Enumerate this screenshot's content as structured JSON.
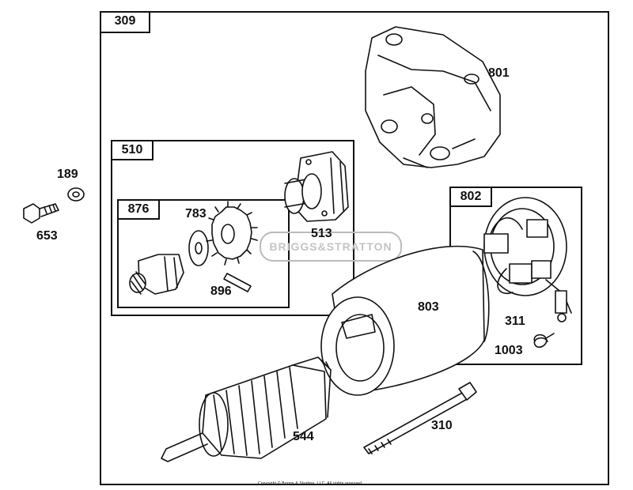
{
  "diagram": {
    "assembly_number": "309",
    "kits": {
      "drive_kit": "510",
      "pinion_kit": "876",
      "end_cap_kit": "802"
    },
    "parts": {
      "p189": "189",
      "p653": "653",
      "p783": "783",
      "p513": "513",
      "p896": "896",
      "p801": "801",
      "p803": "803",
      "p311": "311",
      "p1003": "1003",
      "p544": "544",
      "p310": "310"
    },
    "watermark": "BRIGGS&STRATTON",
    "copyright": "Copyright © Briggs & Stratton, LLC. All rights reserved."
  }
}
